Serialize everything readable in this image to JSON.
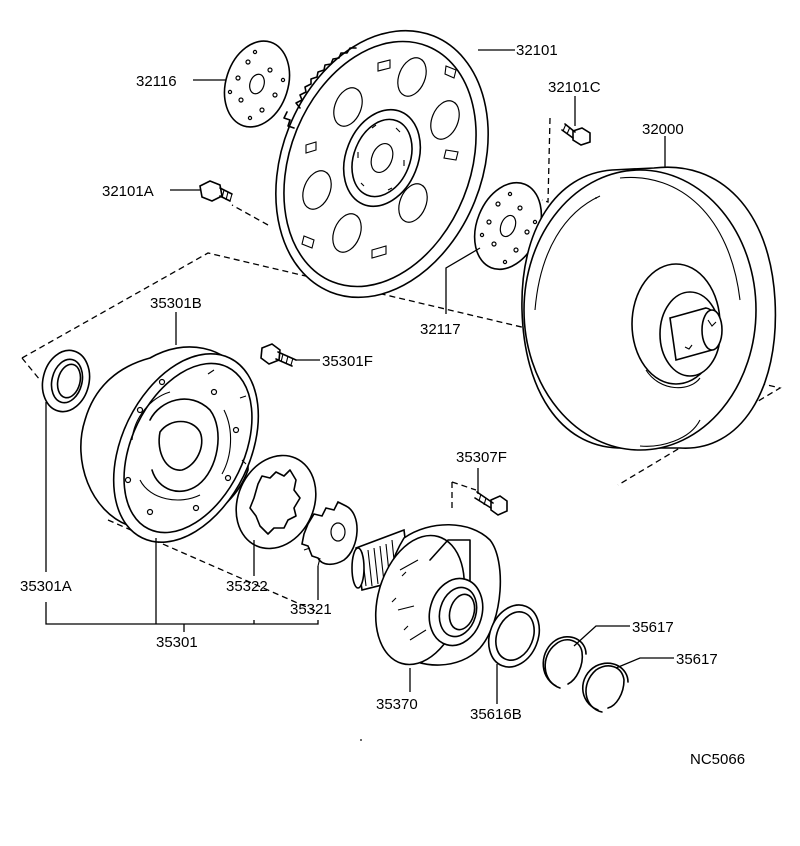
{
  "parts": {
    "p32101": "32101",
    "p32116": "32116",
    "p32101C": "32101C",
    "p32000": "32000",
    "p32101A": "32101A",
    "p32117": "32117",
    "p35301B": "35301B",
    "p35301F": "35301F",
    "p35307F": "35307F",
    "p35301A": "35301A",
    "p35322": "35322",
    "p35321": "35321",
    "p35301": "35301",
    "p35370": "35370",
    "p35616B": "35616B",
    "p35617a": "35617",
    "p35617b": "35617"
  },
  "diagram_code": "NC5066"
}
